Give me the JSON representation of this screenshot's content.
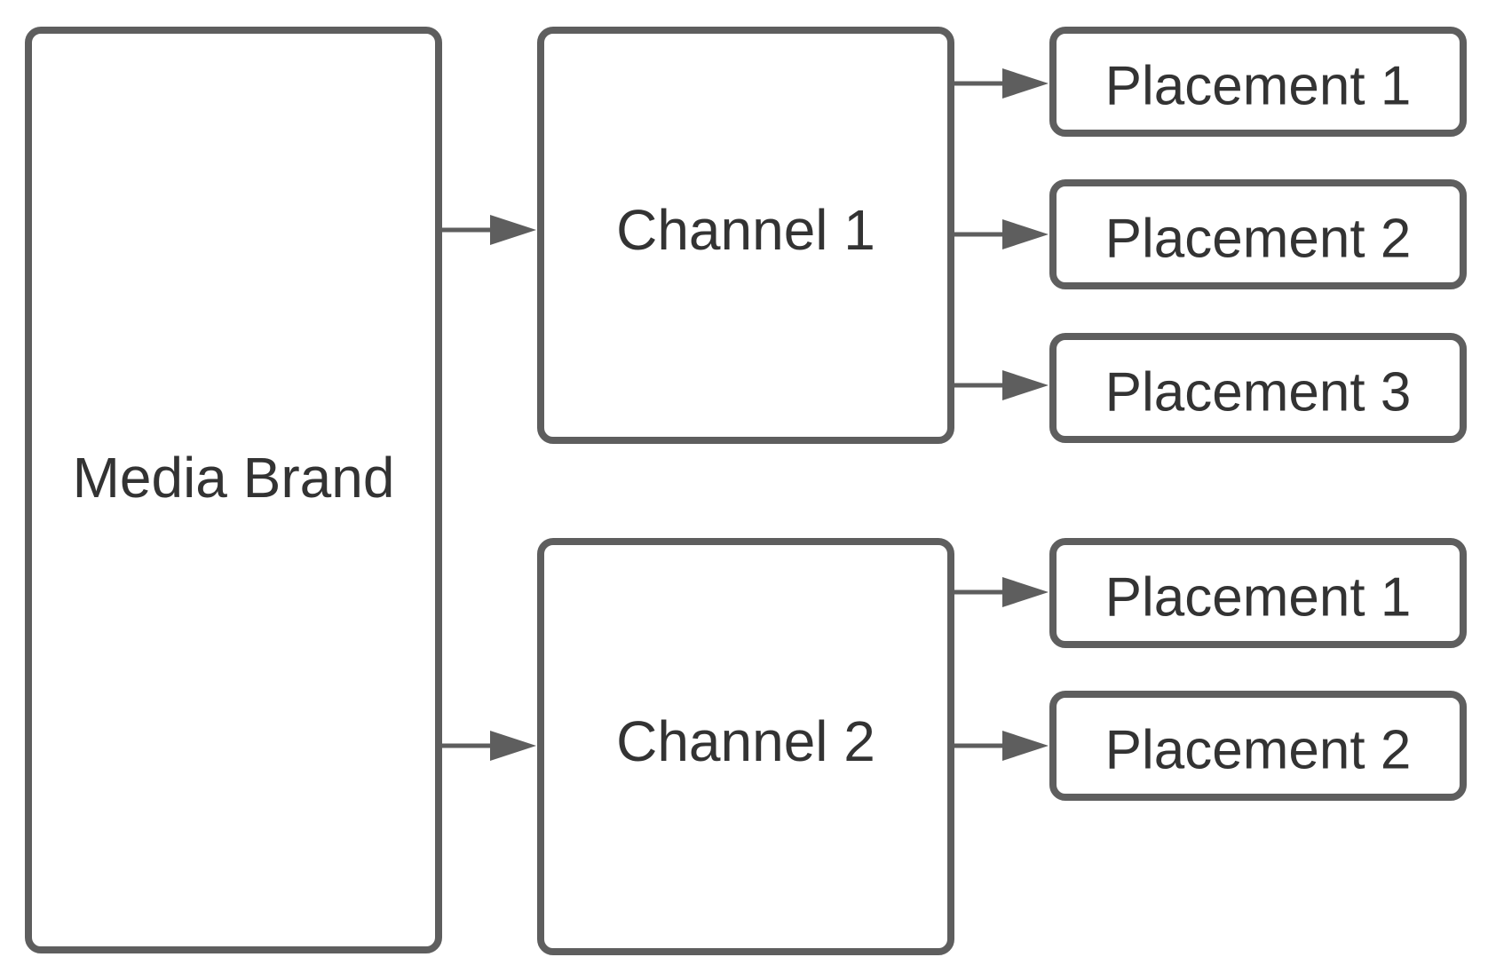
{
  "diagram": {
    "colors": {
      "stroke": "#5e5e5e",
      "text": "#333333",
      "background": "#ffffff"
    },
    "root": {
      "label": "Media Brand"
    },
    "channels": [
      {
        "label": "Channel 1",
        "placements": [
          {
            "label": "Placement 1"
          },
          {
            "label": "Placement 2"
          },
          {
            "label": "Placement 3"
          }
        ]
      },
      {
        "label": "Channel 2",
        "placements": [
          {
            "label": "Placement 1"
          },
          {
            "label": "Placement 2"
          }
        ]
      }
    ],
    "edges": [
      {
        "from": "Media Brand",
        "to": "Channel 1"
      },
      {
        "from": "Media Brand",
        "to": "Channel 2"
      },
      {
        "from": "Channel 1",
        "to": "Channel 1 / Placement 1"
      },
      {
        "from": "Channel 1",
        "to": "Channel 1 / Placement 2"
      },
      {
        "from": "Channel 1",
        "to": "Channel 1 / Placement 3"
      },
      {
        "from": "Channel 2",
        "to": "Channel 2 / Placement 1"
      },
      {
        "from": "Channel 2",
        "to": "Channel 2 / Placement 2"
      }
    ]
  }
}
